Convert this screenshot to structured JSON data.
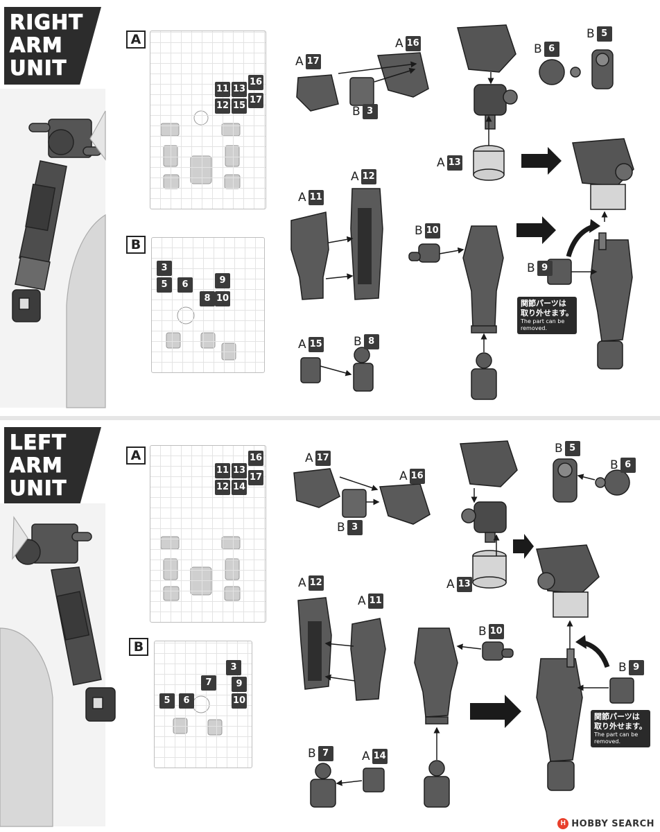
{
  "right_section": {
    "title_lines": [
      "RIGHT",
      "ARM",
      "UNIT"
    ],
    "runner_a_label": "A",
    "runner_b_label": "B",
    "runner_a_numbers": [
      "11",
      "13",
      "16",
      "12",
      "15",
      "17"
    ],
    "runner_b_numbers": [
      "3",
      "5",
      "6",
      "9",
      "8",
      "10"
    ],
    "callouts": [
      {
        "letter": "A",
        "num": "17"
      },
      {
        "letter": "A",
        "num": "16"
      },
      {
        "letter": "B",
        "num": "3"
      },
      {
        "letter": "B",
        "num": "6"
      },
      {
        "letter": "B",
        "num": "5"
      },
      {
        "letter": "A",
        "num": "13"
      },
      {
        "letter": "A",
        "num": "11"
      },
      {
        "letter": "A",
        "num": "12"
      },
      {
        "letter": "B",
        "num": "10"
      },
      {
        "letter": "B",
        "num": "9"
      },
      {
        "letter": "A",
        "num": "15"
      },
      {
        "letter": "B",
        "num": "8"
      }
    ],
    "note_jp": "関節パーツは取り外せます。",
    "note_en": "The part can be removed."
  },
  "left_section": {
    "title_lines": [
      "LEFT",
      "ARM",
      "UNIT"
    ],
    "runner_a_label": "A",
    "runner_b_label": "B",
    "runner_a_numbers": [
      "16",
      "11",
      "13",
      "17",
      "12",
      "14"
    ],
    "runner_b_numbers": [
      "3",
      "7",
      "9",
      "5",
      "6",
      "10"
    ],
    "callouts": [
      {
        "letter": "A",
        "num": "17"
      },
      {
        "letter": "A",
        "num": "16"
      },
      {
        "letter": "B",
        "num": "3"
      },
      {
        "letter": "B",
        "num": "5"
      },
      {
        "letter": "B",
        "num": "6"
      },
      {
        "letter": "A",
        "num": "13"
      },
      {
        "letter": "A",
        "num": "12"
      },
      {
        "letter": "A",
        "num": "11"
      },
      {
        "letter": "B",
        "num": "10"
      },
      {
        "letter": "B",
        "num": "9"
      },
      {
        "letter": "B",
        "num": "7"
      },
      {
        "letter": "A",
        "num": "14"
      }
    ],
    "note_jp": "関節パーツは取り外せます。",
    "note_en": "The part can be removed."
  },
  "watermark": {
    "text": "HOBBY SEARCH",
    "icon": "hobby-search-logo-icon"
  },
  "colors": {
    "part_dark": "#5a5a5a",
    "part_light": "#d9d9d9",
    "label_dark": "#3a3a3a",
    "arrow": "#1a1a1a"
  }
}
